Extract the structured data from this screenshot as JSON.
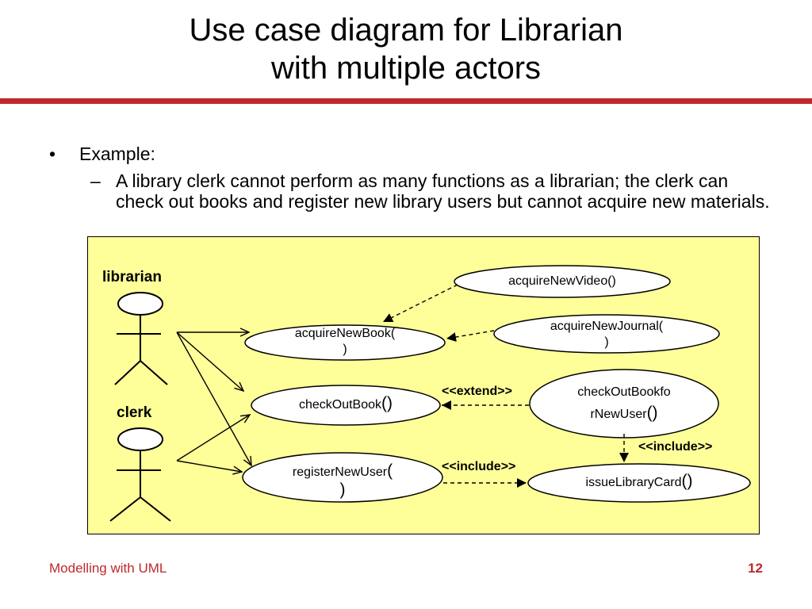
{
  "slide": {
    "title_line1": "Use case diagram for Librarian",
    "title_line2": "with multiple actors",
    "bullet": "Example:",
    "sub_bullet": "A library clerk cannot perform as many functions as a librarian; the clerk can check out books and register new library users but cannot acquire new materials.",
    "bullet_glyph": "•",
    "dash_glyph": "–"
  },
  "diagram": {
    "actors": [
      {
        "id": "librarian",
        "label": "librarian"
      },
      {
        "id": "clerk",
        "label": "clerk"
      }
    ],
    "use_cases": {
      "acquireNewVideo": {
        "line1": "acquireNewVideo()"
      },
      "acquireNewBook": {
        "line1": "acquireNewBook(",
        "line2": ")"
      },
      "acquireNewJournal": {
        "line1": "acquireNewJournal(",
        "line2": ")"
      },
      "checkOutBook": {
        "text": "checkOutBook",
        "paren": "()"
      },
      "checkOutBookForNewUser": {
        "line1": "checkOutBookfo",
        "line2_text": "rNewUser",
        "paren": "()"
      },
      "registerNewUser": {
        "text": "registerNewUser",
        "paren_open": "(",
        "paren_close": ")"
      },
      "issueLibraryCard": {
        "text": "issueLibraryCard",
        "paren": "()"
      }
    },
    "stereotypes": {
      "extend": "<<extend>>",
      "include_1": "<<include>>",
      "include_2": "<<include>>"
    },
    "colors": {
      "background": "#ffff99",
      "accent": "#c0282d"
    }
  },
  "footer": {
    "left": "Modelling with UML",
    "page_number": "12"
  }
}
